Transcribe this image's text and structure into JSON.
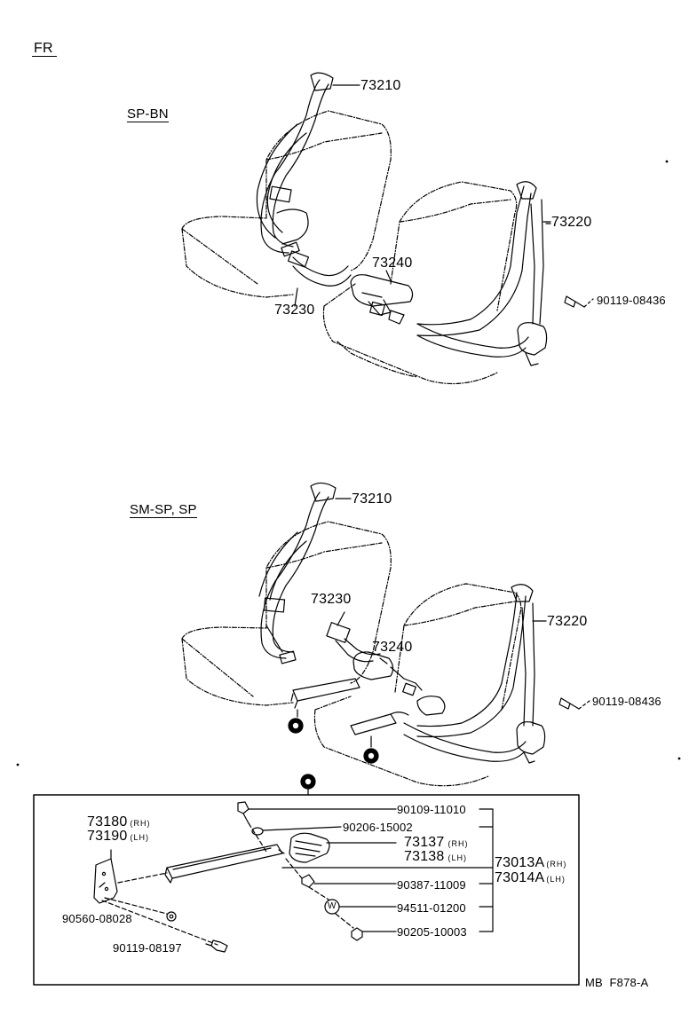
{
  "header": {
    "direction": "FR"
  },
  "section_top": {
    "variant": "SP-BN",
    "parts": {
      "shoulder_anchor": "73210",
      "outer_belt": "73220",
      "inner_buckle": "73240",
      "center_belt": "73230",
      "bolt": "90119-08436"
    }
  },
  "section_middle": {
    "variant": "SM-SP, SP",
    "parts": {
      "shoulder_anchor": "73210",
      "outer_belt": "73220",
      "center_belt": "73230",
      "inner_buckle": "73240",
      "bolt": "90119-08436"
    }
  },
  "detail_box": {
    "parts": {
      "bracket_rh": "73180",
      "bracket_lh": "73190",
      "rh_tag": "(RH)",
      "lh_tag": "(LH)",
      "washer_left": "90560-08028",
      "bolt_left": "90119-08197",
      "bolt_top": "90109-11010",
      "washer_top": "90206-15002",
      "cover_rh": "73137",
      "cover_lh": "73138",
      "assy_rh": "73013A",
      "assy_lh": "73014A",
      "collar": "90387-11009",
      "washer_w": "94511-01200",
      "nut": "90205-10003",
      "w_mark": "W"
    }
  },
  "footer": {
    "code": "MB  F878-A"
  },
  "colors": {
    "ink": "#000000",
    "paper": "#ffffff"
  }
}
